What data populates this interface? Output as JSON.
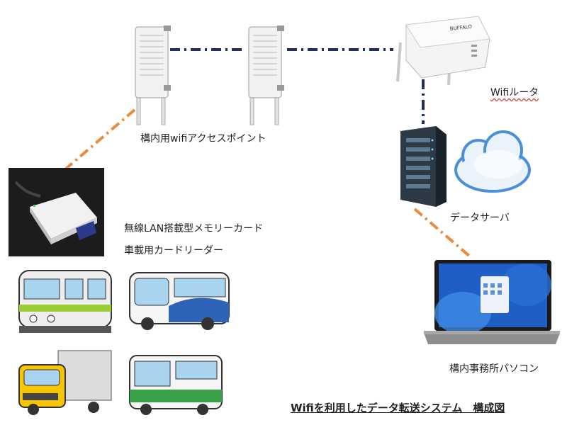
{
  "labels": {
    "access_point": "構内用wifiアクセスポイント",
    "router": "Wifiルータ",
    "server": "データサーバ",
    "card": "無線LAN搭載型メモリーカード",
    "reader": "車載用カードリーダー",
    "pc": "構内事務所パソコン"
  },
  "title": "Wifiを利用したデータ転送システム　構成図",
  "colors": {
    "link_wired": "#1f2f5e",
    "link_wireless": "#e98a3c",
    "cloud": "#4a90d9"
  },
  "icons": [
    "access-point-icon",
    "router-icon",
    "server-icon",
    "cloud-icon",
    "card-reader-icon",
    "laptop-icon",
    "train-icon",
    "bus-icon",
    "truck-icon",
    "green-bus-icon"
  ]
}
